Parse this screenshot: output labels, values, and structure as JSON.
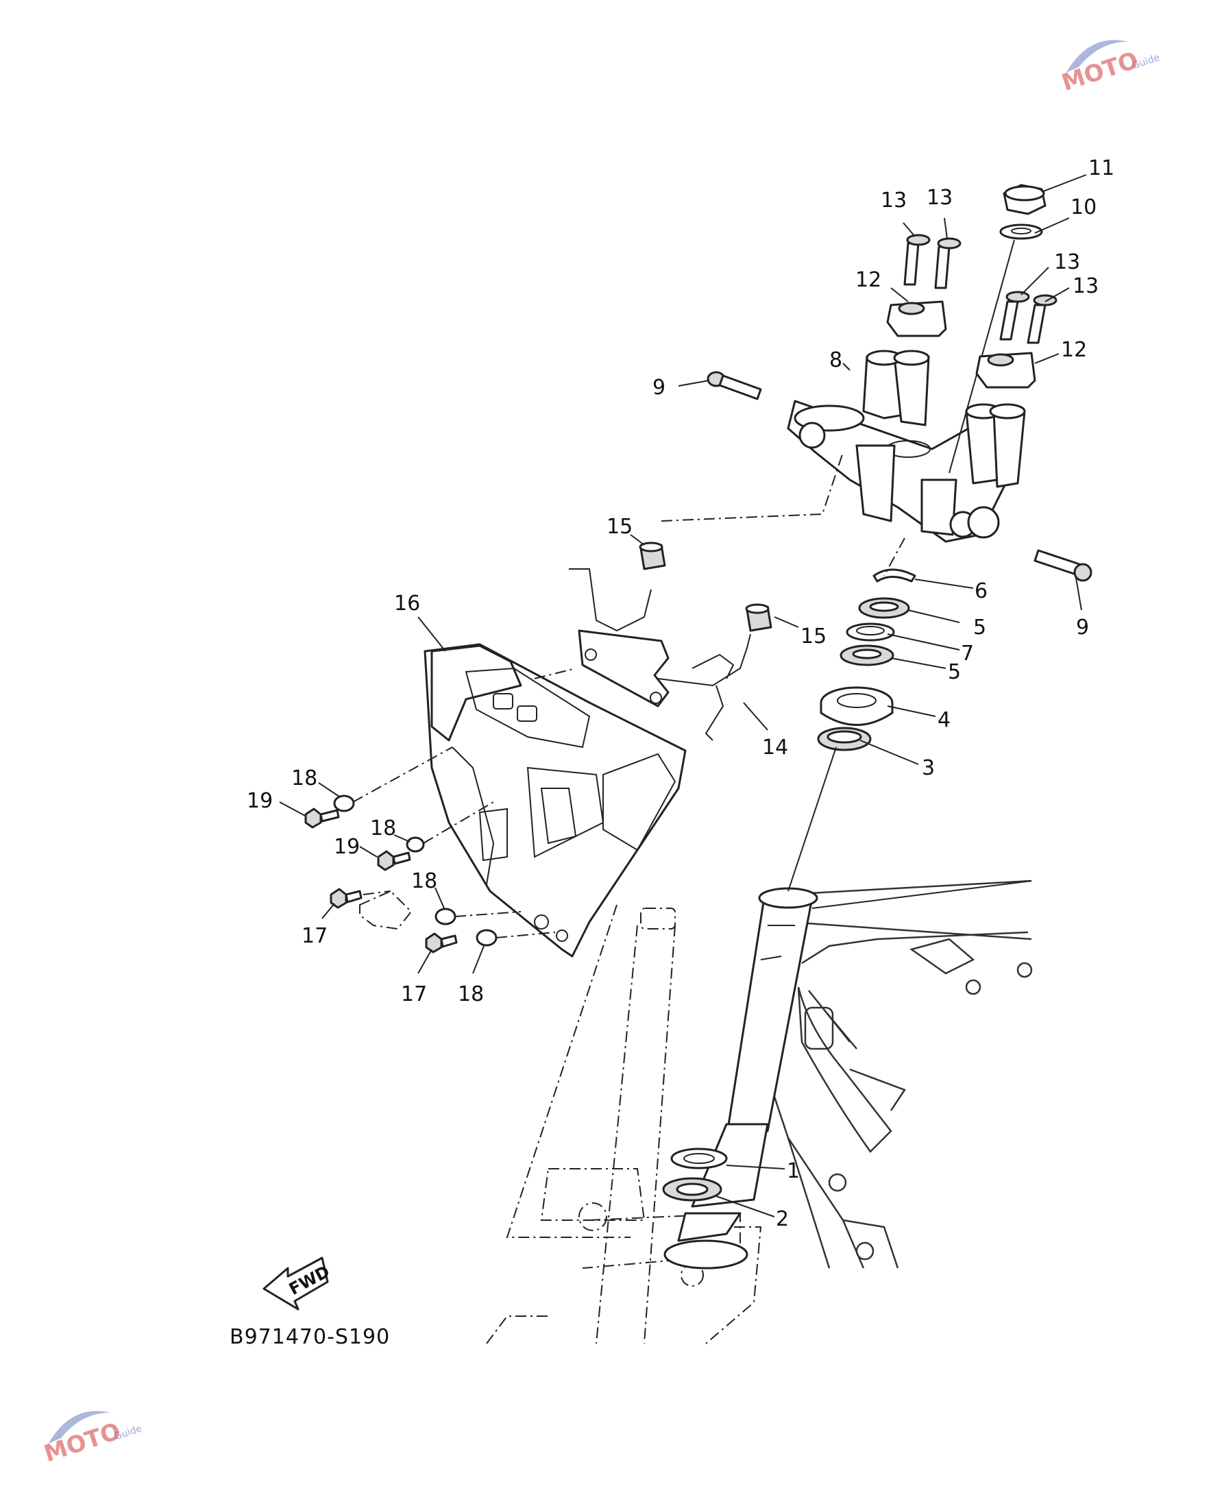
{
  "diagram": {
    "code": "B971470-S190",
    "fwd_label": "FWD"
  },
  "watermark": {
    "brand": "MOTO",
    "suffix": "Guide"
  },
  "callouts": [
    {
      "text": "1"
    },
    {
      "text": "2"
    },
    {
      "text": "3"
    },
    {
      "text": "4"
    },
    {
      "text": "5"
    },
    {
      "text": "5"
    },
    {
      "text": "6"
    },
    {
      "text": "7"
    },
    {
      "text": "8"
    },
    {
      "text": "9"
    },
    {
      "text": "9"
    },
    {
      "text": "10"
    },
    {
      "text": "11"
    },
    {
      "text": "12"
    },
    {
      "text": "12"
    },
    {
      "text": "13"
    },
    {
      "text": "13"
    },
    {
      "text": "13"
    },
    {
      "text": "13"
    },
    {
      "text": "14"
    },
    {
      "text": "15"
    },
    {
      "text": "15"
    },
    {
      "text": "16"
    },
    {
      "text": "17"
    },
    {
      "text": "17"
    },
    {
      "text": "18"
    },
    {
      "text": "18"
    },
    {
      "text": "18"
    },
    {
      "text": "18"
    },
    {
      "text": "19"
    },
    {
      "text": "19"
    }
  ],
  "colors": {
    "line": "#222222",
    "watermark_red": "#d84a4a",
    "watermark_blue": "#5a6fb8"
  }
}
